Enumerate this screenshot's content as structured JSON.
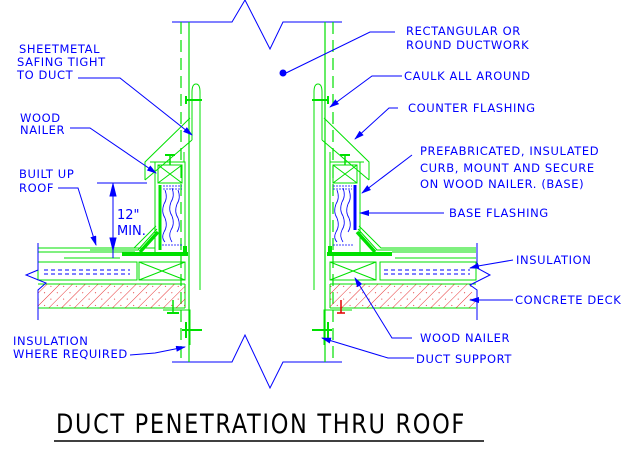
{
  "title": "DUCT PENETRATION THRU ROOF",
  "colors": {
    "annotation": "#0000ff",
    "construction": "#00e000",
    "concrete_hatch": "#e00000",
    "title": "#000000",
    "background": "#ffffff"
  },
  "labels": {
    "sheetmetal_safing": [
      "SHEETMETAL",
      "SAFING TIGHT",
      "TO DUCT"
    ],
    "wood_nailer_top": [
      "WOOD",
      "NAILER"
    ],
    "built_up_roof": [
      "BUILT UP",
      "ROOF"
    ],
    "insulation_where_required": [
      "INSULATION",
      "WHERE REQUIRED"
    ],
    "rectangular_ductwork": [
      "RECTANGULAR OR",
      "ROUND DUCTWORK"
    ],
    "caulk_all_around": "CAULK ALL AROUND",
    "counter_flashing": "COUNTER FLASHING",
    "prefabricated_curb": [
      "PREFABRICATED, INSULATED",
      "CURB, MOUNT AND SECURE",
      "ON WOOD NAILER. (BASE)"
    ],
    "base_flashing": "BASE FLASHING",
    "insulation": "INSULATION",
    "concrete_deck": "CONCRETE DECK",
    "wood_nailer_bottom": "WOOD NAILER",
    "duct_support": "DUCT SUPPORT"
  },
  "dimension": {
    "value": "12\"",
    "qualifier": "MIN."
  }
}
